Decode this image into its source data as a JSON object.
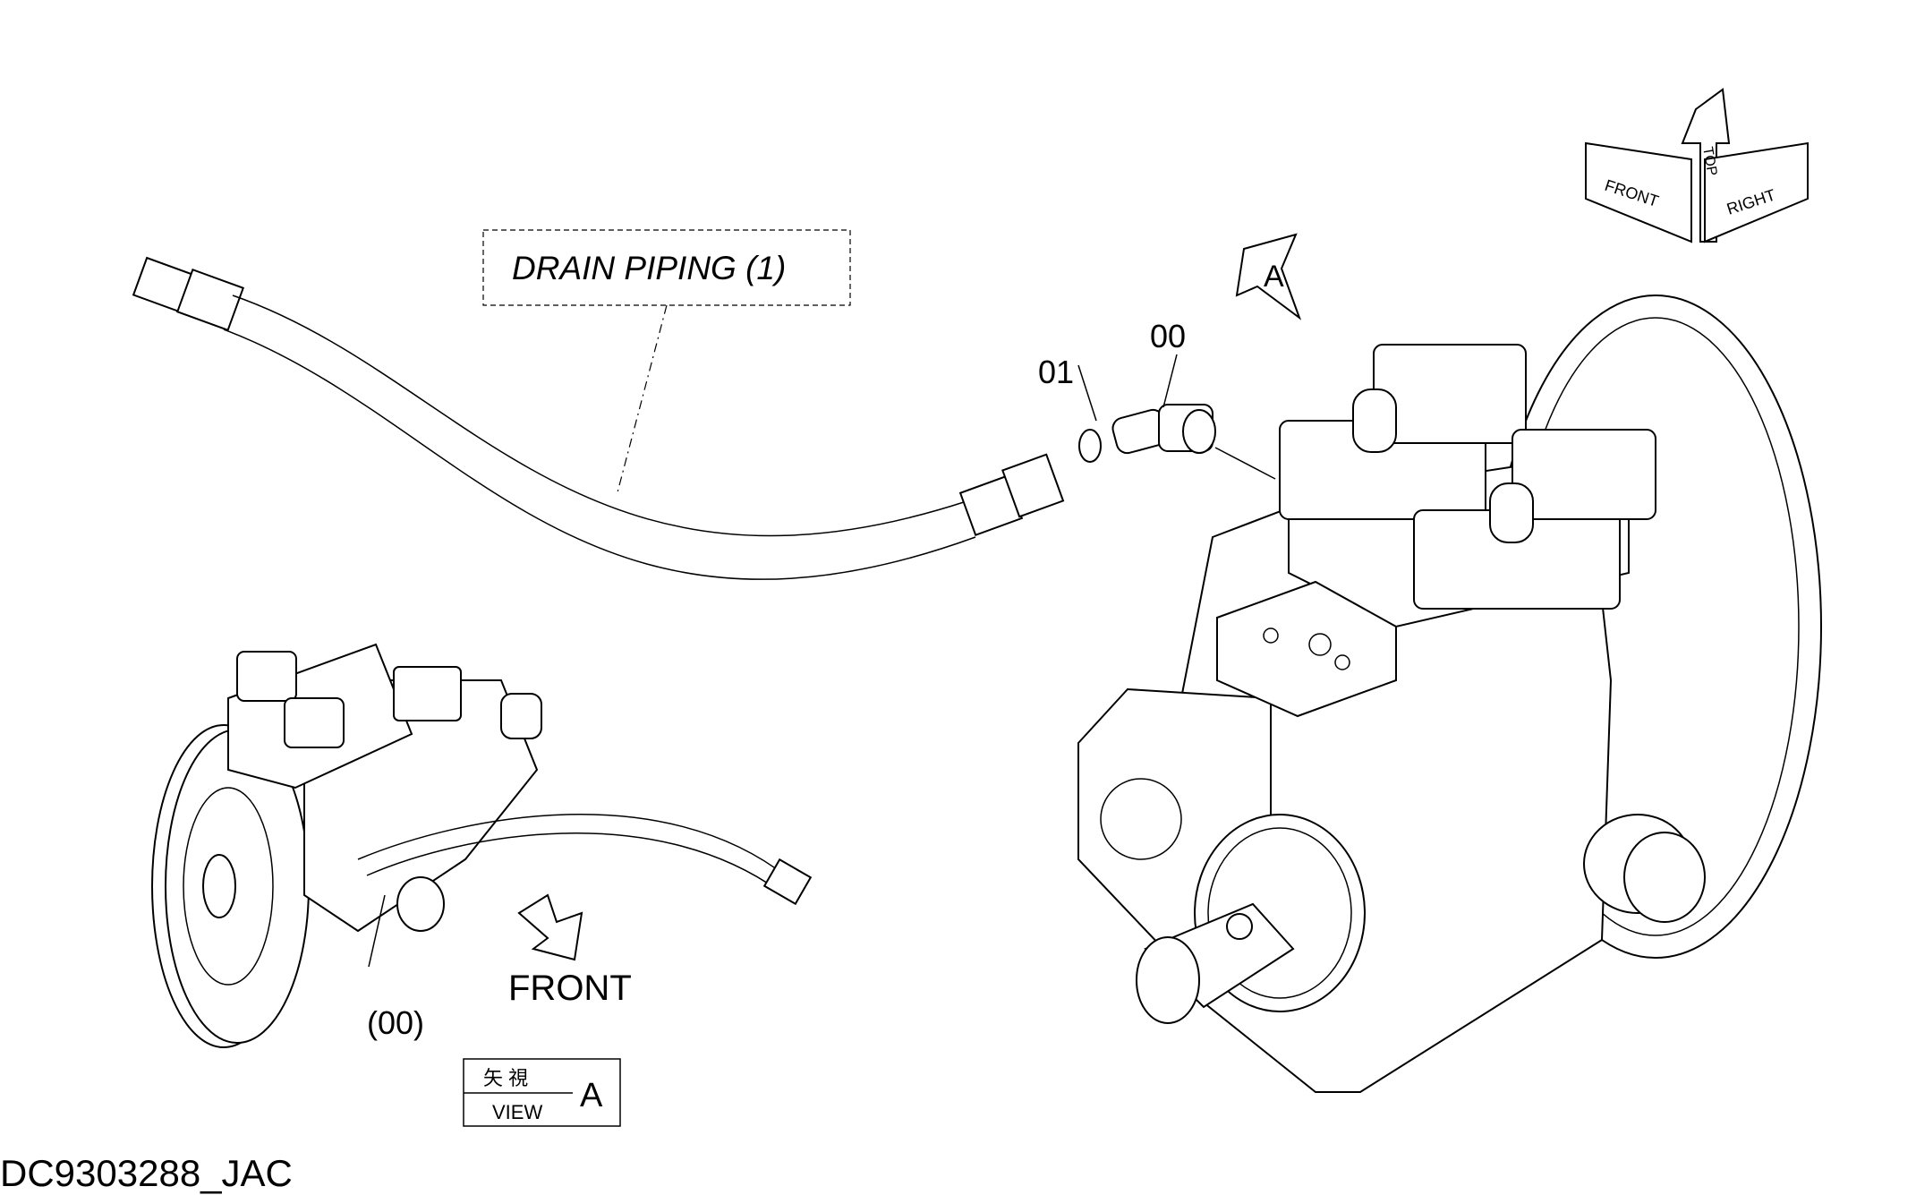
{
  "callout": {
    "drain_piping": "DRAIN PIPING (1)"
  },
  "part_numbers": {
    "fitting": "00",
    "o_ring": "01",
    "fitting_ref": "(00)"
  },
  "view_marker": {
    "letter": "A"
  },
  "view_box": {
    "kanji": "矢 視",
    "view": "VIEW",
    "letter": "A"
  },
  "front_label": "FRONT",
  "orientation": {
    "front": "FRONT",
    "top": "TOP",
    "right": "RIGHT"
  },
  "drawing_id": "DC9303288_JAC"
}
